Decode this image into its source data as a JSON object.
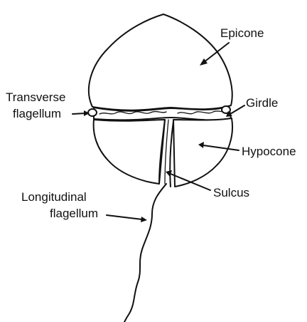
{
  "labels": {
    "epicone": "Epicone",
    "transverse_line1": "Transverse",
    "transverse_line2": "flagellum",
    "girdle": "Girdle",
    "hypocone": "Hypocone",
    "sulcus": "Sulcus",
    "longitudinal_line1": "Longitudinal",
    "longitudinal_line2": "flagellum"
  }
}
